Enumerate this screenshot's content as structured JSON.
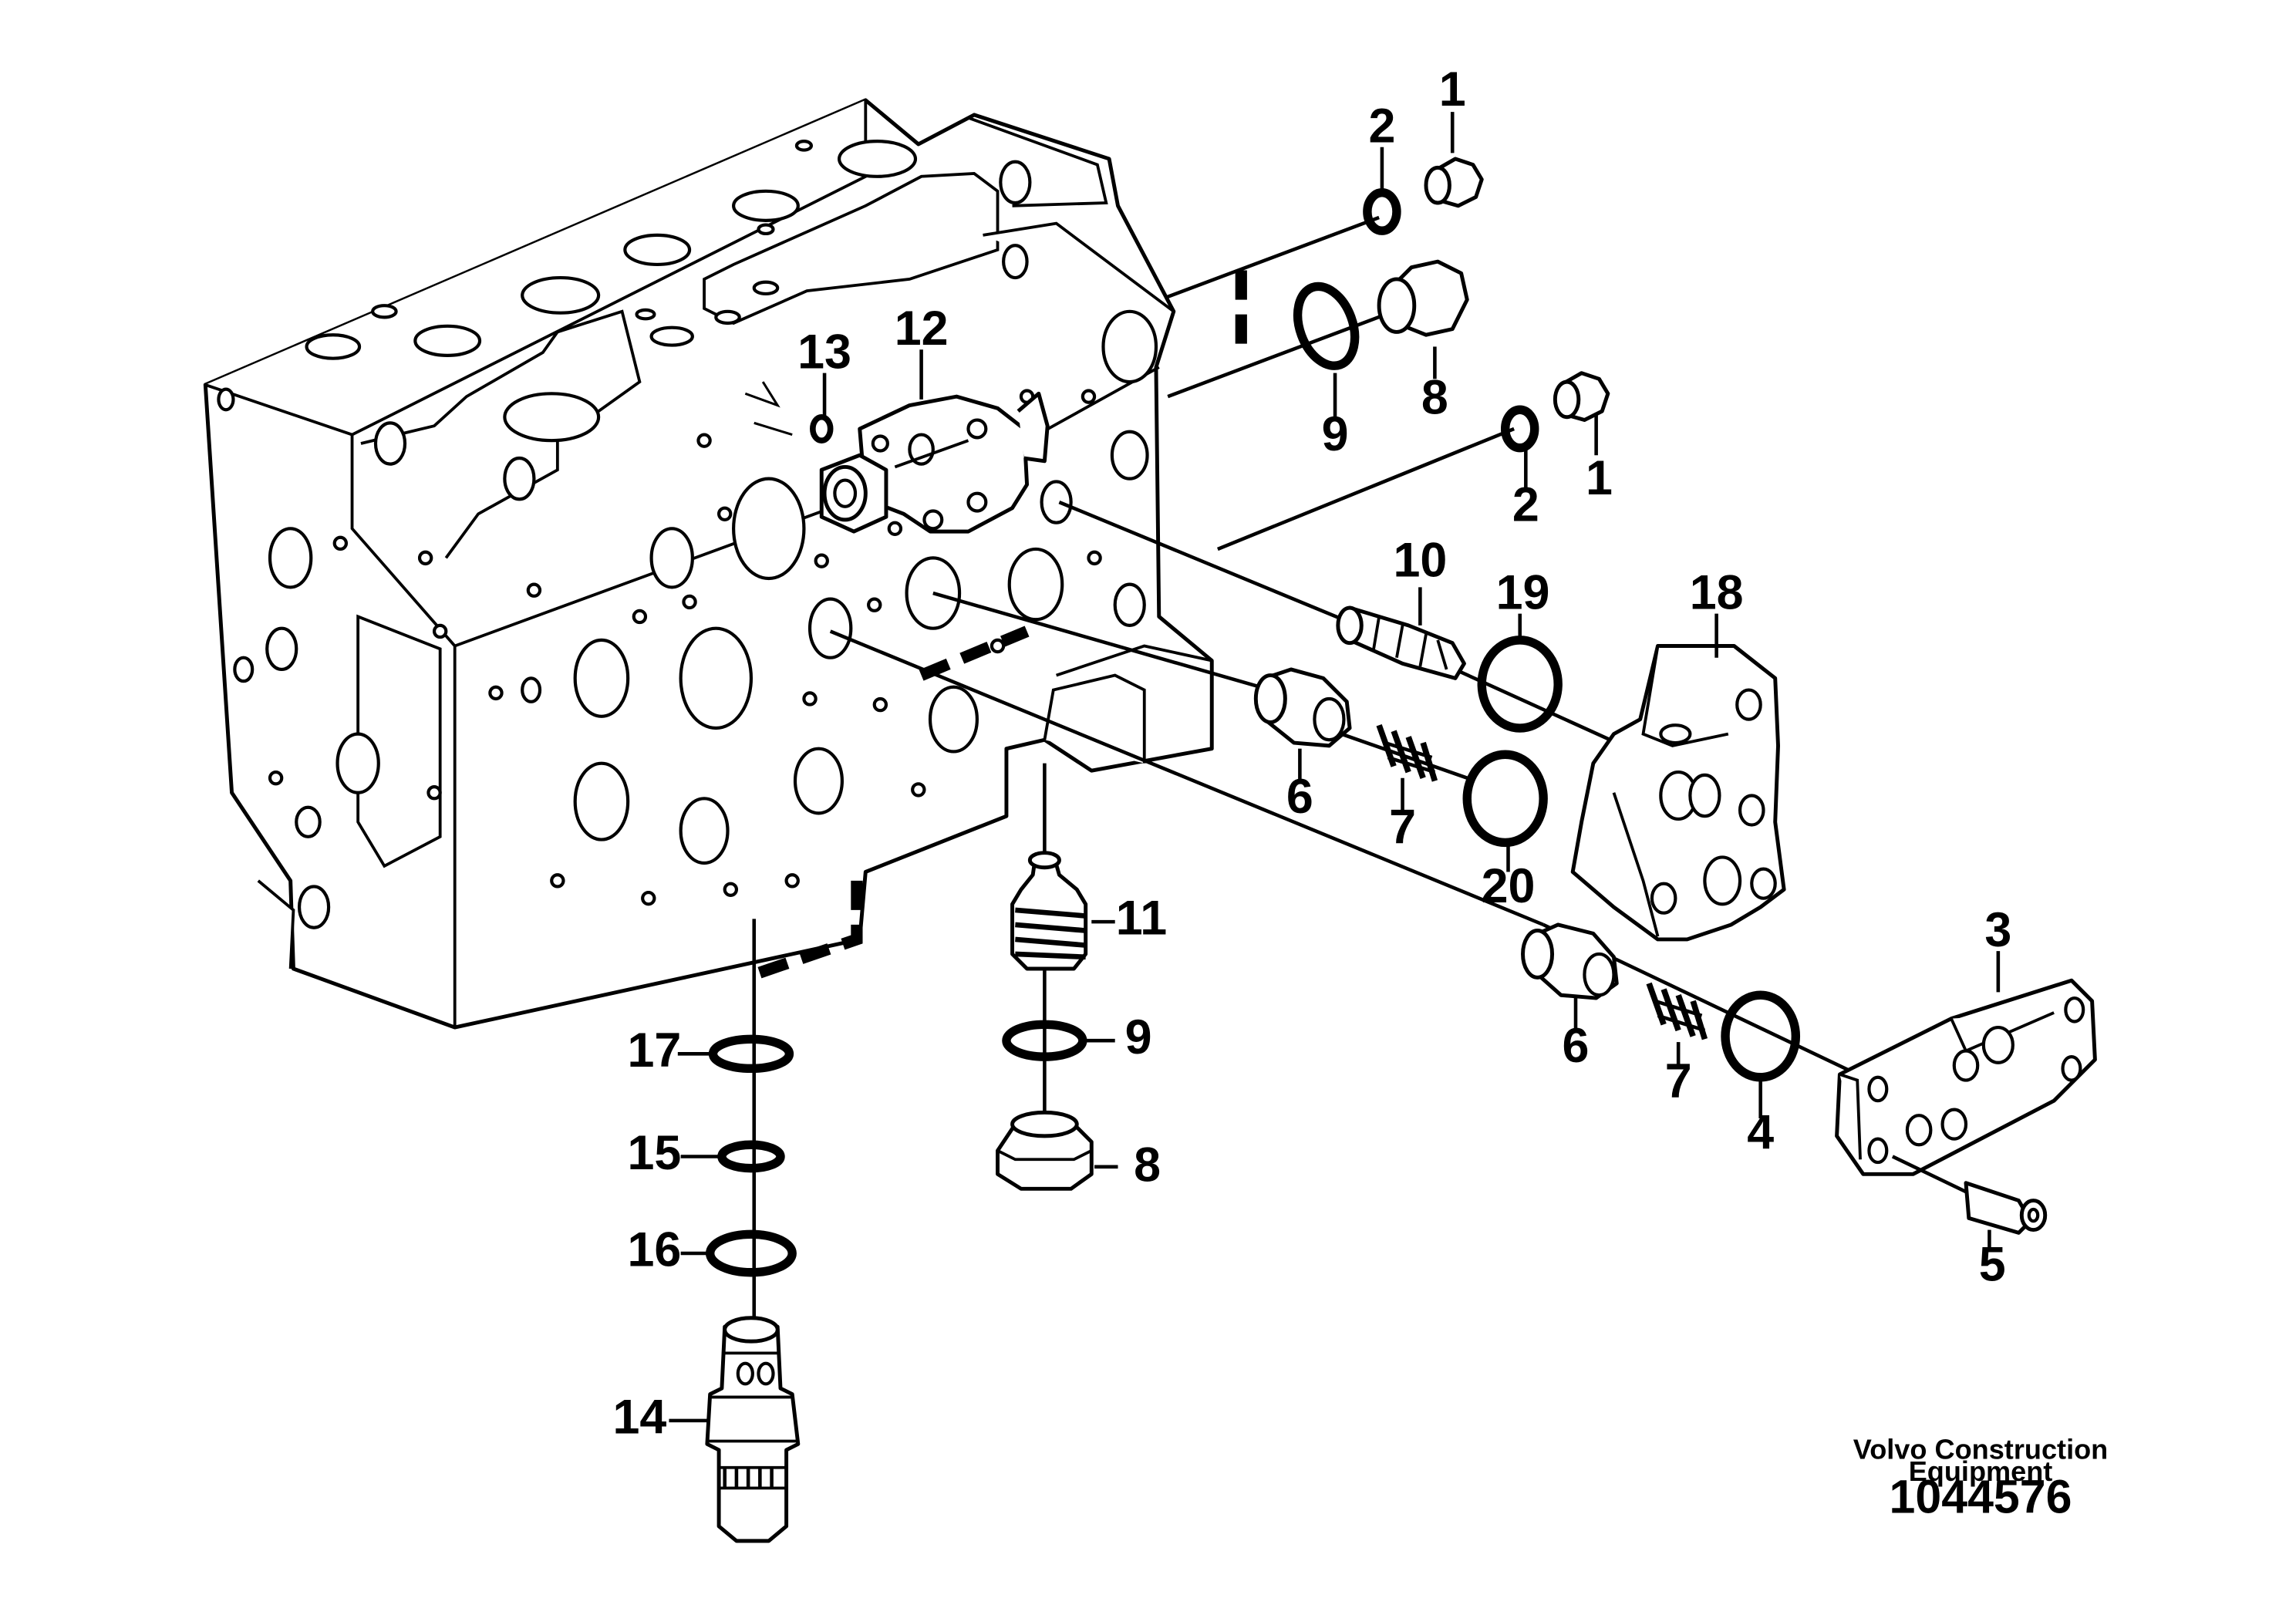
{
  "diagram": {
    "callouts": [
      {
        "id": "c1a",
        "label": "1"
      },
      {
        "id": "c1b",
        "label": "1"
      },
      {
        "id": "c2a",
        "label": "2"
      },
      {
        "id": "c2b",
        "label": "2"
      },
      {
        "id": "c3",
        "label": "3"
      },
      {
        "id": "c4",
        "label": "4"
      },
      {
        "id": "c5",
        "label": "5"
      },
      {
        "id": "c6a",
        "label": "6"
      },
      {
        "id": "c6b",
        "label": "6"
      },
      {
        "id": "c7a",
        "label": "7"
      },
      {
        "id": "c7b",
        "label": "7"
      },
      {
        "id": "c8a",
        "label": "8"
      },
      {
        "id": "c8b",
        "label": "8"
      },
      {
        "id": "c9a",
        "label": "9"
      },
      {
        "id": "c9b",
        "label": "9"
      },
      {
        "id": "c10",
        "label": "10"
      },
      {
        "id": "c11",
        "label": "11"
      },
      {
        "id": "c12",
        "label": "12"
      },
      {
        "id": "c13",
        "label": "13"
      },
      {
        "id": "c14",
        "label": "14"
      },
      {
        "id": "c15",
        "label": "15"
      },
      {
        "id": "c16",
        "label": "16"
      },
      {
        "id": "c17",
        "label": "17"
      },
      {
        "id": "c18",
        "label": "18"
      },
      {
        "id": "c19",
        "label": "19"
      },
      {
        "id": "c20",
        "label": "20"
      }
    ],
    "brand_line1": "Volvo Construction",
    "brand_line2": "Equipment",
    "drawing_number": "1044576"
  }
}
